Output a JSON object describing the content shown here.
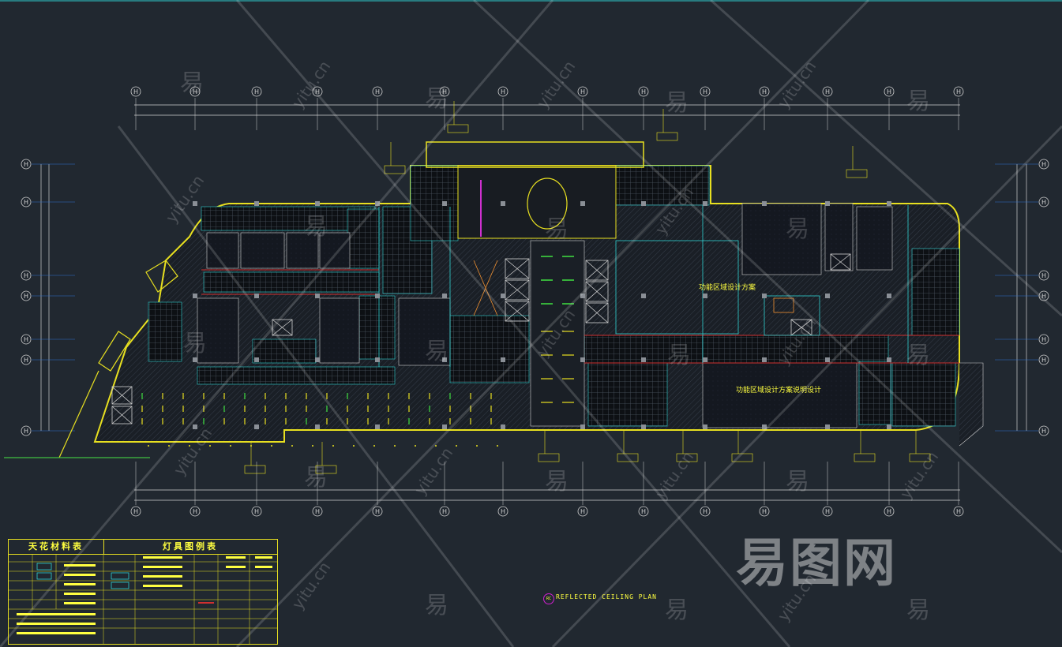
{
  "drawing": {
    "title_en": "REFLECTED CEILING PLAN",
    "badge": "RC",
    "axis_bubble_label": "H",
    "annotation_center": "功能区域设计方案",
    "annotation_right": "功能区域设计方案说明设计",
    "colors": {
      "background": "#212830",
      "wall": "#e8e020",
      "grid": "#3c4450",
      "axis": "#d0d0d0",
      "cyan": "#30d0d0",
      "green": "#40e040",
      "magenta": "#d030d0",
      "orange": "#f09030"
    }
  },
  "legend": {
    "ceiling_header": "天花材料表",
    "lighting_header": "灯具图例表"
  },
  "watermark": {
    "char": "易",
    "url": "yitu.cn",
    "logo": "易图网"
  }
}
